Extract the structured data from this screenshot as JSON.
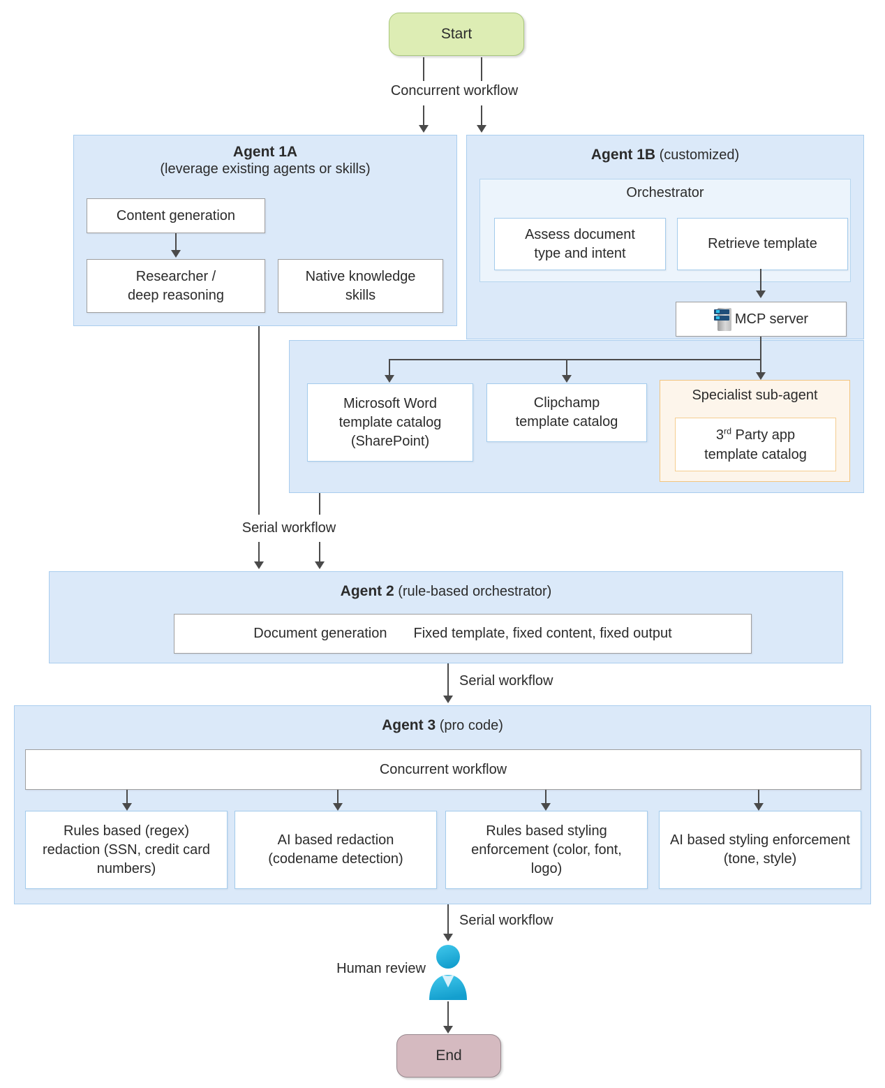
{
  "flow": {
    "start_label": "Start",
    "top_branch_label": "Concurrent workflow",
    "serial_label_1": "Serial workflow",
    "serial_label_2": "Serial workflow",
    "serial_label_3": "Serial workflow",
    "human_review_label": "Human review",
    "end_label": "End"
  },
  "agent1a": {
    "title": "Agent 1A",
    "subtitle": "(leverage existing agents or skills)",
    "content_generation": "Content generation",
    "researcher_line1": "Researcher /",
    "researcher_line2": "deep reasoning",
    "native_line1": "Native knowledge",
    "native_line2": "skills"
  },
  "agent1b": {
    "title": "Agent 1B",
    "subtitle": " (customized)",
    "orchestrator_label": "Orchestrator",
    "assess_line1": "Assess document",
    "assess_line2": "type and intent",
    "retrieve_template": "Retrieve template",
    "mcp_server": "MCP server",
    "catalogs": {
      "word_line1": "Microsoft Word",
      "word_line2": "template catalog",
      "word_line3": "(SharePoint)",
      "clipchamp_line1": "Clipchamp",
      "clipchamp_line2": "template catalog",
      "specialist_title": "Specialist sub-agent",
      "third_party_num": "3",
      "third_party_sup": "rd",
      "third_party_rest": " Party app",
      "third_party_line2": "template catalog"
    }
  },
  "agent2": {
    "title": "Agent 2",
    "subtitle": " (rule-based orchestrator)",
    "document_generation": "Document generation",
    "fixed_output": "Fixed template, fixed content, fixed output"
  },
  "agent3": {
    "title": "Agent 3",
    "subtitle": " (pro code)",
    "concurrent_label": "Concurrent workflow",
    "boxes": [
      "Rules based (regex) redaction (SSN, credit card numbers)",
      "AI based redaction (codename detection)",
      "Rules based styling enforcement (color, font, logo)",
      "AI based styling enforcement (tone, style)"
    ]
  },
  "icons": {
    "mcp": "server-icon",
    "human": "person-icon"
  },
  "colors": {
    "panel_fill": "#dbe9f9",
    "panel_border": "#a9cdee",
    "orchestrator_fill": "#ecf4fc",
    "specialist_fill": "#fdf5eb",
    "specialist_border": "#f3c57f",
    "start_fill": "#ddedb4",
    "end_fill": "#d5bac0",
    "line": "#4a4a4a",
    "person_icon": "#29b6e0"
  }
}
